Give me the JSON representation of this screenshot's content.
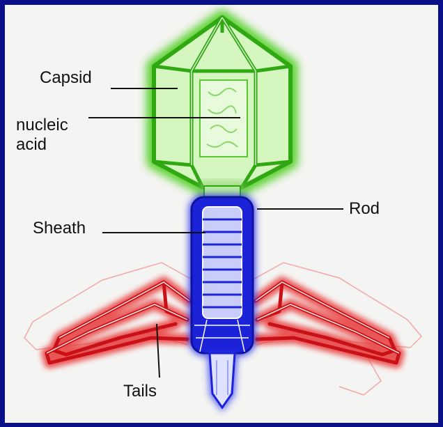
{
  "labels": {
    "capsid": "Capsid",
    "nucleic_line1": "nucleic",
    "nucleic_line2": "acid",
    "sheath": "Sheath",
    "rod": "Rod",
    "tails": "Tails"
  },
  "colors": {
    "frame": "#0b0f8a",
    "background": "#f4f4f2",
    "capsid": "#3ec21a",
    "sheath": "#1b22d8",
    "tails": "#d8141a",
    "leader": "#111111"
  }
}
